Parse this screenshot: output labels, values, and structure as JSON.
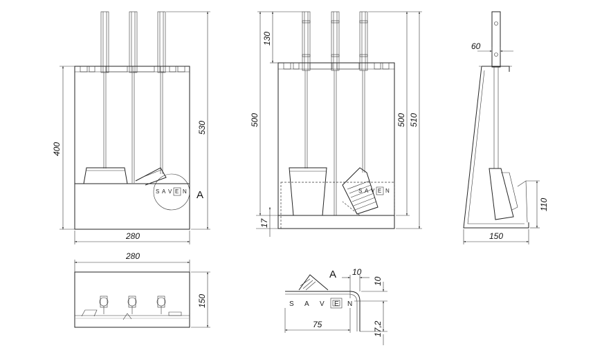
{
  "dimensions": {
    "front_height": "400",
    "front_total_height": "530",
    "front_width": "280",
    "top_width": "280",
    "top_depth": "150",
    "mid_handle": "130",
    "mid_inner_height": "500",
    "mid_tool_height": "500",
    "mid_total_height": "510",
    "mid_base": "17",
    "side_handle_width": "60",
    "side_base": "150",
    "side_pan_height": "110",
    "detail_a": "10",
    "detail_b": "10",
    "detail_width": "75",
    "detail_height": "17,2"
  },
  "labels": {
    "detail_marker_front": "A",
    "detail_marker_detail": "A"
  },
  "logo": {
    "front": [
      "S",
      "A",
      "V",
      "E",
      "N"
    ],
    "detail": [
      "S",
      "A",
      "V",
      "E",
      "N"
    ]
  }
}
